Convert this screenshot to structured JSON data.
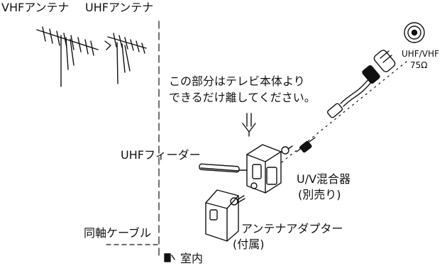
{
  "labels": {
    "vhf_antenna": "VHFアンテナ",
    "uhf_antenna": "UHFアンテナ",
    "note_line1": "この部分はテレビ本体より",
    "note_line2": "できるだけ離してください。",
    "uhf_feeder": "UHFフィーダー",
    "mixer_name": "U/V混合器",
    "mixer_note": "(別売り)",
    "coax_cable": "同軸ケーブル",
    "antenna_adapter": "アンテナアダプター",
    "adapter_note": "(付属)",
    "indoor": "室内",
    "tv_input": "UHF/VHF",
    "impedance": "75Ω"
  }
}
